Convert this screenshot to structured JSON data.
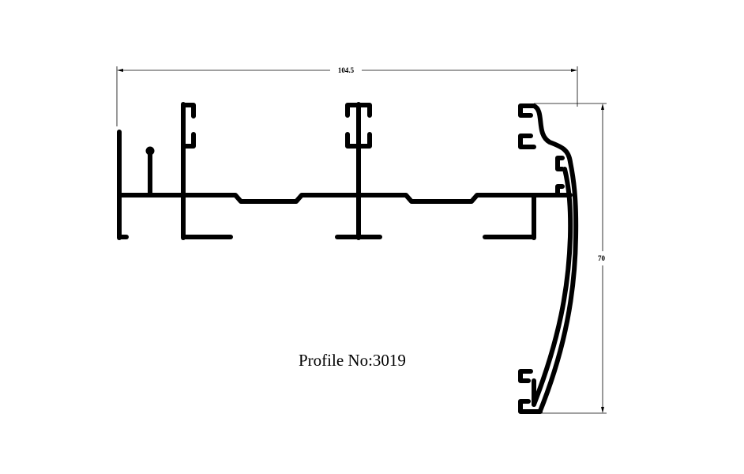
{
  "drawing": {
    "caption": "Profile No:3019",
    "dimensions": {
      "width_label": "104.5",
      "height_label": "70"
    }
  }
}
